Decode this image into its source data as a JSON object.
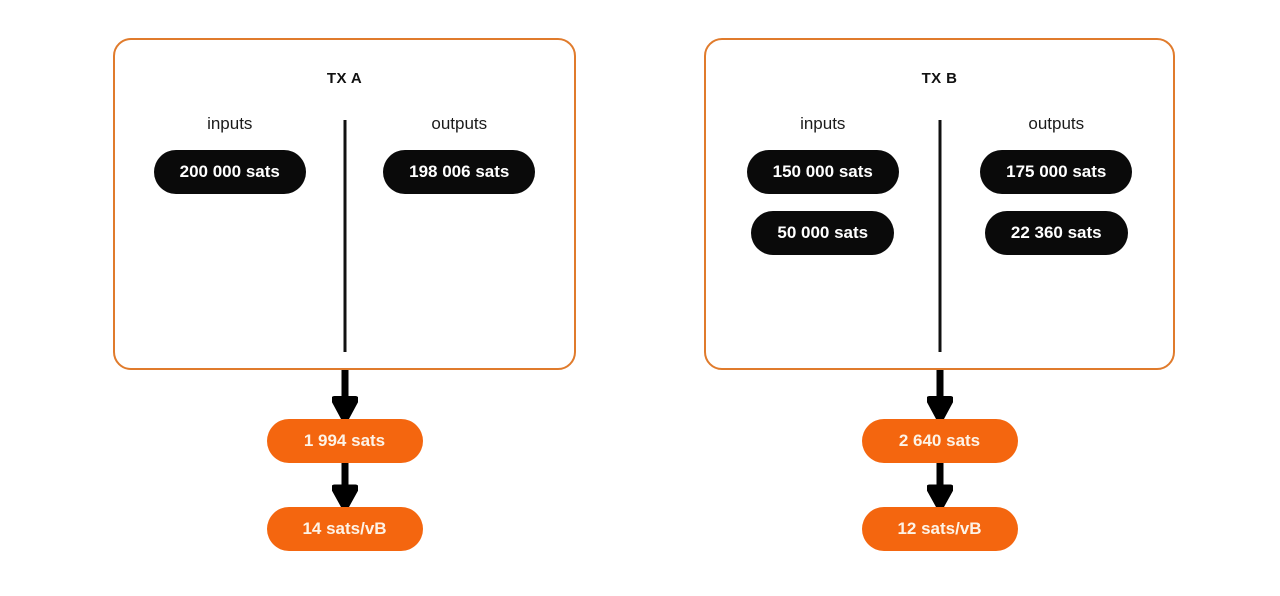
{
  "diagram": {
    "background_color": "#ffffff",
    "accent_color": "#F4660F",
    "box_border_color": "#E07B2C",
    "pill_dark_color": "#0a0a0a"
  },
  "transactions": [
    {
      "title": "TX A",
      "inputs_label": "inputs",
      "outputs_label": "outputs",
      "inputs": [
        {
          "amount": "200 000 sats"
        }
      ],
      "outputs": [
        {
          "amount": "198 006 sats"
        }
      ],
      "fee": "1 994 sats",
      "feerate": "14 sats/vB"
    },
    {
      "title": "TX B",
      "inputs_label": "inputs",
      "outputs_label": "outputs",
      "inputs": [
        {
          "amount": "150 000 sats"
        },
        {
          "amount": "50 000 sats"
        }
      ],
      "outputs": [
        {
          "amount": "175 000 sats"
        },
        {
          "amount": "22 360 sats"
        }
      ],
      "fee": "2 640 sats",
      "feerate": "12 sats/vB"
    }
  ]
}
